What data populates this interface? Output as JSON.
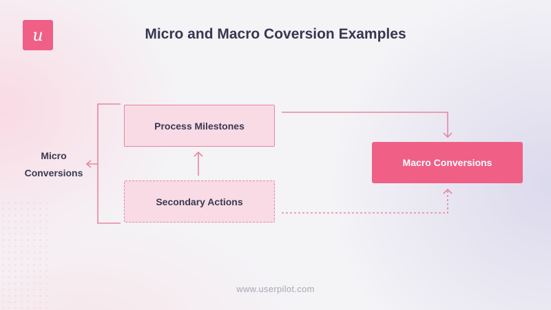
{
  "logo": {
    "letter": "u"
  },
  "title": "Micro and Macro Coversion Examples",
  "diagram": {
    "micro_label_line1": "Micro",
    "micro_label_line2": "Conversions",
    "process_milestones": "Process Milestones",
    "secondary_actions": "Secondary Actions",
    "macro_conversions": "Macro Conversions"
  },
  "footer": "www.userpilot.com",
  "colors": {
    "accent": "#ef5f86",
    "box_fill": "#f8dbe4",
    "line": "#e9849f",
    "text": "#383650"
  }
}
